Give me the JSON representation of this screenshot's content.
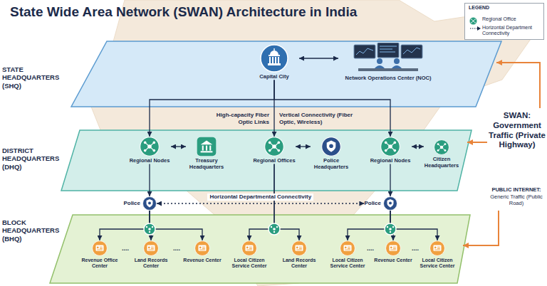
{
  "diagram": {
    "title": "State Wide Area Network (SWAN) Architecture in India",
    "nodes": [
      {
        "text": [
          "STATE HEADQUARTERS (SHQ)"
        ]
      },
      {
        "text": [
          "Capital City"
        ],
        "in": 0
      },
      {
        "text": [
          "Network Operations Center (NOC)"
        ],
        "in": 0
      },
      {
        "text": [
          "DISTRICT HEADQUARTERS (DHQ)"
        ]
      },
      {
        "text": [
          "Regional Nodes"
        ],
        "in": 3
      },
      {
        "text": [
          "Treasury Headquarters"
        ],
        "in": 3
      },
      {
        "text": [
          "Regional Offices"
        ],
        "in": 3
      },
      {
        "text": [
          "Police Headquarters"
        ],
        "in": 3
      },
      {
        "text": [
          "Regional Nodes"
        ],
        "in": 3
      },
      {
        "text": [
          "Citizen Headquarters"
        ],
        "in": 3
      },
      {
        "text": [
          "Police"
        ]
      },
      {
        "text": [
          "Police"
        ]
      },
      {
        "text": [
          "BLOCK HEADQUARTERS (BHQ)"
        ]
      },
      {
        "text": [
          "Revenue Office Center"
        ],
        "in": 12
      },
      {
        "text": [
          "Land Records Center"
        ],
        "in": 12
      },
      {
        "text": [
          "Revenue Center"
        ],
        "in": 12
      },
      {
        "text": [
          "Local Citizen Service Center"
        ],
        "in": 12
      },
      {
        "text": [
          "Land Records Center"
        ],
        "in": 12
      },
      {
        "text": [
          "Local Citizen Service Center"
        ],
        "in": 12
      },
      {
        "text": [
          "Revenue Center"
        ],
        "in": 12
      },
      {
        "text": [
          "Local Citizen Service Center"
        ],
        "in": 12
      }
    ],
    "edges": [
      {
        "from": 1,
        "to": 2,
        "arrow": "both"
      },
      {
        "from": 1,
        "to": 4,
        "arrow": "to"
      },
      {
        "from": 1,
        "to": 6,
        "arrow": "to"
      },
      {
        "from": 1,
        "to": 8,
        "arrow": "to"
      },
      {
        "from": 4,
        "to": 5,
        "arrow": "both"
      },
      {
        "from": 6,
        "to": 7,
        "arrow": "both"
      },
      {
        "from": 8,
        "to": 9,
        "arrow": "both"
      },
      {
        "from": 4,
        "to": 10,
        "arrow": "to"
      },
      {
        "from": 8,
        "to": 11,
        "arrow": "to"
      },
      {
        "from": 10,
        "to": 11,
        "label": "Horizontal Departmental Connectivity",
        "arrow": "both"
      },
      {
        "from": 10,
        "to": 13,
        "arrow": "to"
      },
      {
        "from": 10,
        "to": 14,
        "arrow": "to"
      },
      {
        "from": 10,
        "to": 15,
        "arrow": "to"
      },
      {
        "from": 6,
        "to": 16,
        "arrow": "to"
      },
      {
        "from": 6,
        "to": 17,
        "arrow": "to"
      },
      {
        "from": 11,
        "to": 18,
        "arrow": "to"
      },
      {
        "from": 11,
        "to": 19,
        "arrow": "to"
      },
      {
        "from": 11,
        "to": 20,
        "arrow": "to"
      }
    ],
    "labels": [
      "High-capacity Fiber Optic Links",
      "Vertical Connectivity (Fiber Optic, Wireless)",
      "....",
      "....",
      "....",
      "....",
      "SWAN: Government Traffic (Private Highway)",
      "PUBLIC INTERNET:",
      "Generic Traffic (Public Road)",
      "LEGEND"
    ],
    "legend": [
      {
        "text": "Regional Office"
      },
      {
        "text": "Horizontal Department Connectivity"
      }
    ]
  }
}
